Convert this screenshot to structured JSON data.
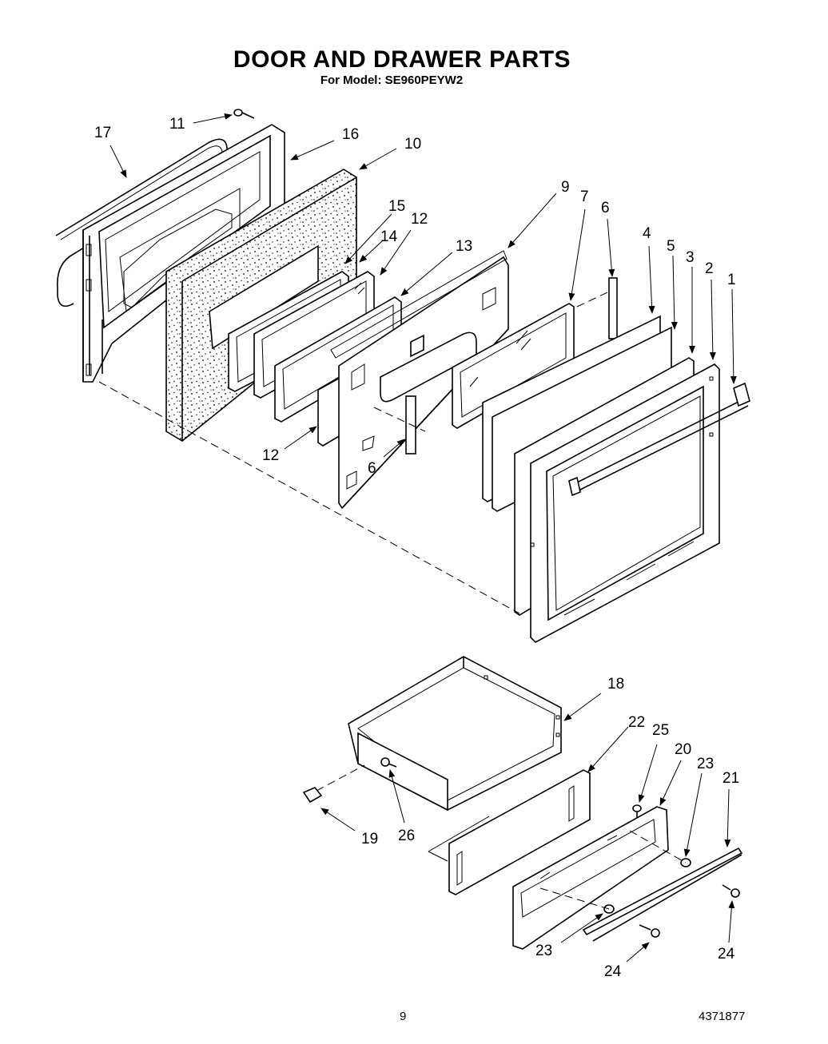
{
  "header": {
    "title": "DOOR AND DRAWER PARTS",
    "model_line": "For Model: SE960PEYW2"
  },
  "footer": {
    "page_number": "9",
    "doc_number": "4371877"
  },
  "callouts": {
    "c1": "1",
    "c2": "2",
    "c3": "3",
    "c4": "4",
    "c5": "5",
    "c6a": "6",
    "c6b": "6",
    "c7": "7",
    "c9": "9",
    "c10": "10",
    "c11": "11",
    "c12a": "12",
    "c12b": "12",
    "c13": "13",
    "c14": "14",
    "c15": "15",
    "c16": "16",
    "c17": "17",
    "c18": "18",
    "c19": "19",
    "c20": "20",
    "c21": "21",
    "c22": "22",
    "c23a": "23",
    "c23b": "23",
    "c24a": "24",
    "c24b": "24",
    "c25": "25",
    "c26": "26"
  }
}
